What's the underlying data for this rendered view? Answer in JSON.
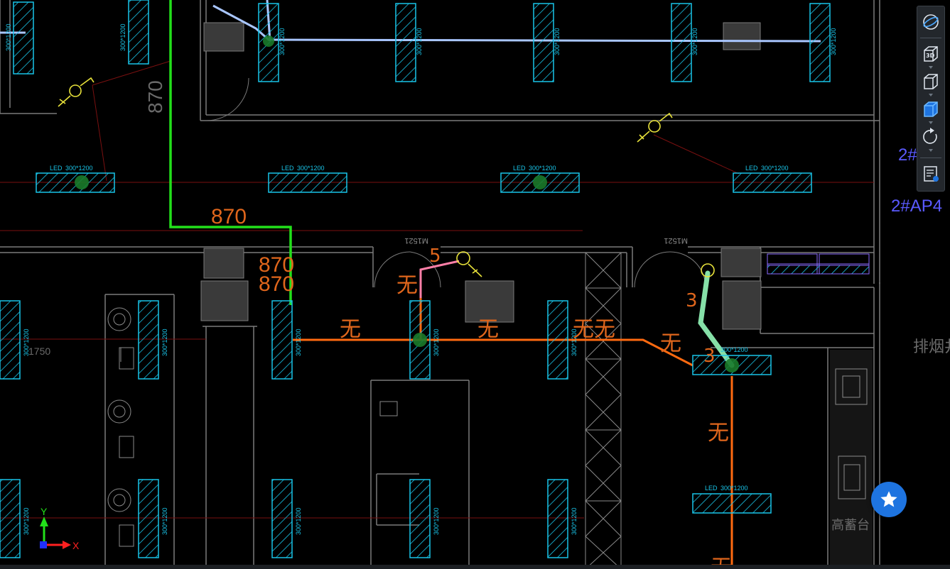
{
  "cad": {
    "fixture_label": "LED",
    "fixture_size": "300*1200",
    "room_tag": "M1521",
    "dims": {
      "vertical": "870",
      "horizontal_1": "870",
      "horizontal_2": "870",
      "horizontal_3": "870",
      "left_dim": "1750"
    },
    "wire_tags": {
      "none": "无",
      "five": "5",
      "three": "3"
    },
    "labels": {
      "ap_1": "2#",
      "ap_2": "2#AP4",
      "exhaust": "排烟井",
      "stage": "高蓄台"
    },
    "axes": {
      "x": "X",
      "y": "Y"
    }
  },
  "colors": {
    "background": "#000000",
    "fixture": "#19c4e8",
    "wire_orange": "#ff6a10",
    "wire_green": "#22e01a",
    "wire_blue": "#a9c6ff",
    "wire_pink": "#ff7fa8",
    "wire_mint": "#86e0a8",
    "switch": "#e8e23a",
    "text_orange": "#e0661c",
    "wall": "#7a7a7a",
    "accent": "#1e74e0"
  },
  "toolbar": {
    "items": [
      {
        "name": "orbit-icon"
      },
      {
        "name": "view-3d-icon",
        "label": "3D"
      },
      {
        "name": "cube-view-icon"
      },
      {
        "name": "display-mode-icon"
      },
      {
        "name": "rotate-icon"
      },
      {
        "name": "properties-icon"
      }
    ]
  },
  "fab": {
    "icon": "star-icon"
  }
}
